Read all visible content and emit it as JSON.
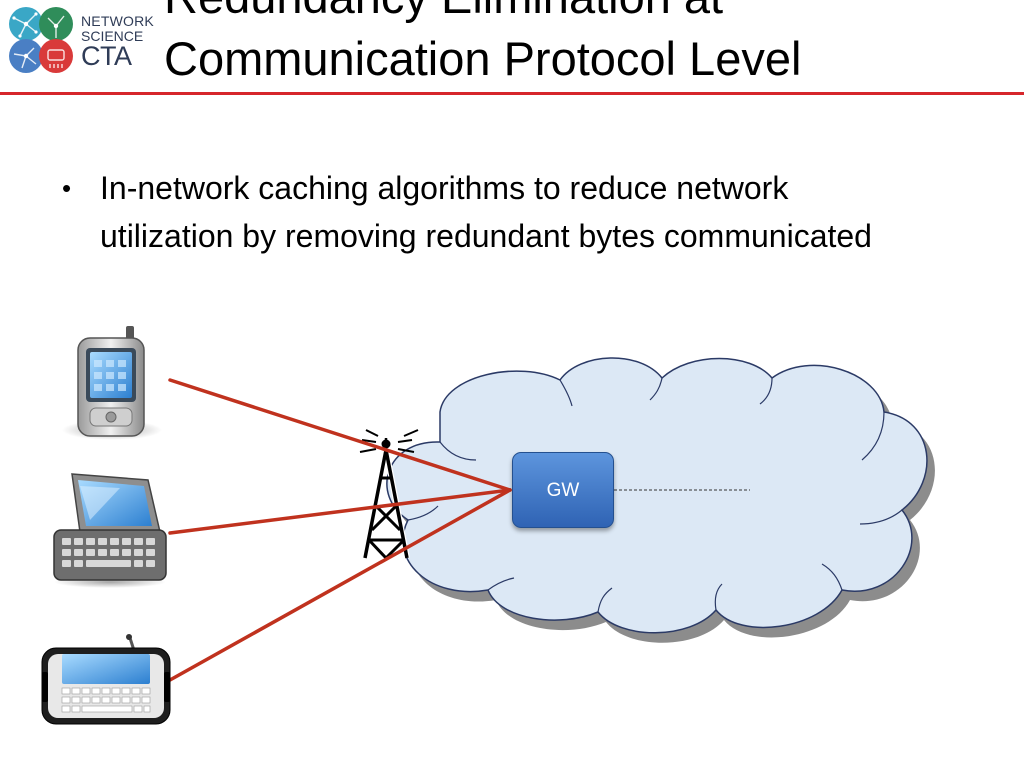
{
  "logo": {
    "line1": "NETWORK",
    "line2": "SCIENCE",
    "line3": "CTA"
  },
  "title": {
    "line1": "Redundancy Elimination at",
    "line2": "Communication Protocol Level"
  },
  "bullets": [
    {
      "text": "In-network caching algorithms to reduce network utilization by removing redundant bytes communicated"
    }
  ],
  "diagram": {
    "gateway_label": "GW",
    "devices": [
      "pda-phone",
      "slider-phone",
      "tablet-device"
    ],
    "link_color": "#c0321e",
    "cloud_fill": "#dce8f5",
    "accent": "#d6262b"
  }
}
